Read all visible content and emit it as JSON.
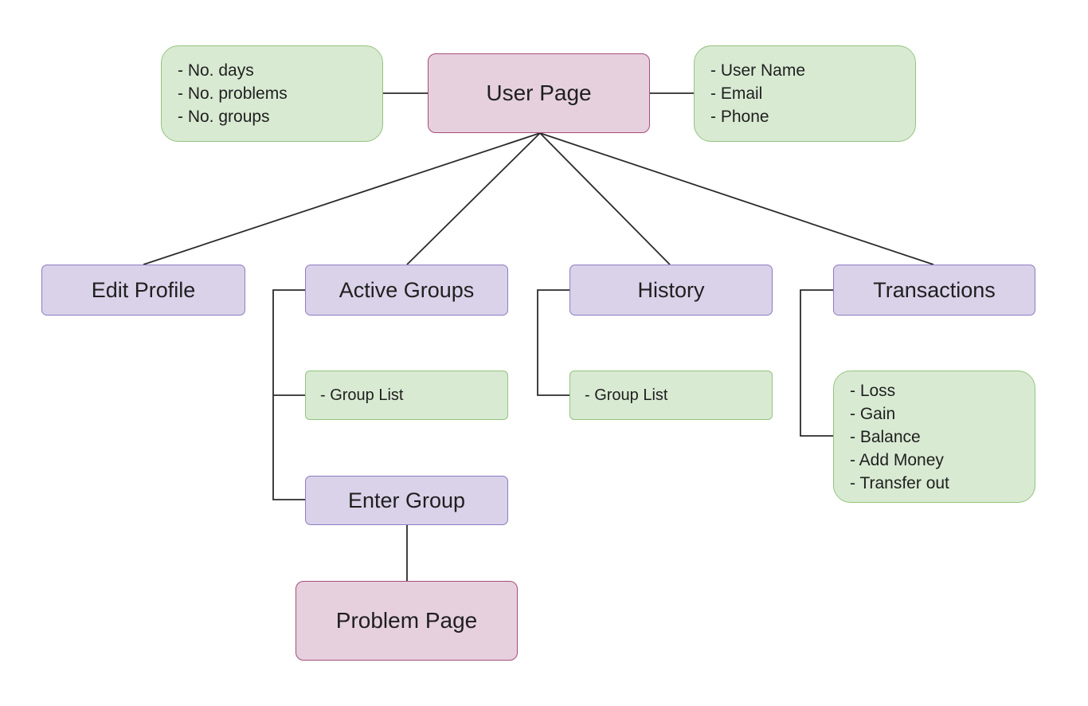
{
  "diagram": {
    "user_page": {
      "label": "User Page"
    },
    "user_stats": {
      "items": [
        "- No. days",
        "- No. problems",
        "- No. groups"
      ]
    },
    "user_info": {
      "items": [
        "- User Name",
        "- Email",
        "- Phone"
      ]
    },
    "edit_profile": {
      "label": "Edit Profile"
    },
    "active_groups": {
      "label": "Active Groups"
    },
    "active_group_list": {
      "items": [
        "- Group List"
      ]
    },
    "enter_group": {
      "label": "Enter Group"
    },
    "problem_page": {
      "label": "Problem Page"
    },
    "history": {
      "label": "History"
    },
    "history_group_list": {
      "items": [
        "- Group List"
      ]
    },
    "transactions": {
      "label": "Transactions"
    },
    "transaction_items": {
      "items": [
        "- Loss",
        "- Gain",
        "- Balance",
        "- Add Money",
        "- Transfer out"
      ]
    }
  },
  "colors": {
    "page_fill": "#e6d0de",
    "page_border": "#a64d79",
    "section_fill": "#d9d2e9",
    "section_border": "#8e7cc3",
    "info_fill": "#d9ead3",
    "info_border": "#93c47d",
    "connector": "#2b2b2b"
  }
}
